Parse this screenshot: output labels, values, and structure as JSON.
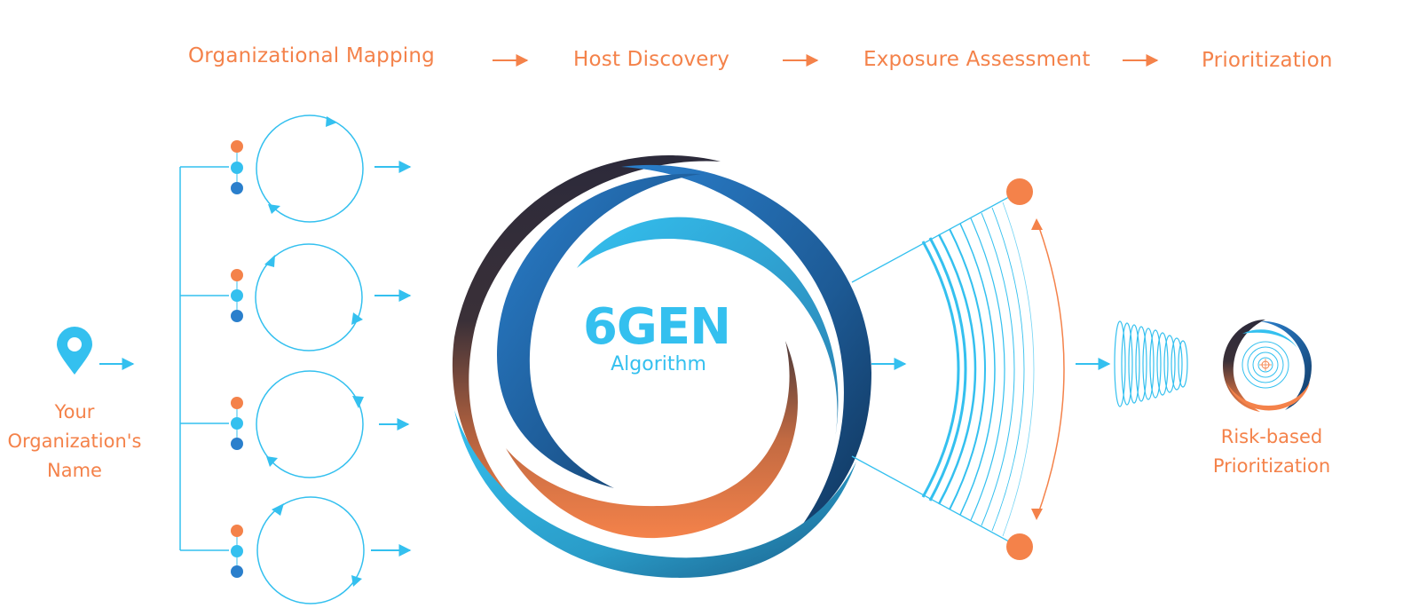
{
  "steps": [
    {
      "label": "Organizational Mapping"
    },
    {
      "label": "Host Discovery"
    },
    {
      "label": "Exposure Assessment"
    },
    {
      "label": "Prioritization"
    }
  ],
  "input": {
    "label": "Your Organization's Name",
    "icon": "location-pin-icon"
  },
  "center": {
    "title": "6GEN",
    "subtitle": "Algorithm"
  },
  "output": {
    "label": "Risk-based Prioritization"
  },
  "colors": {
    "orange": "#f4824a",
    "cyan": "#34c0ef",
    "blue": "#2a6fb7",
    "navy": "#1b3d63",
    "dark": "#2c2a3a"
  }
}
